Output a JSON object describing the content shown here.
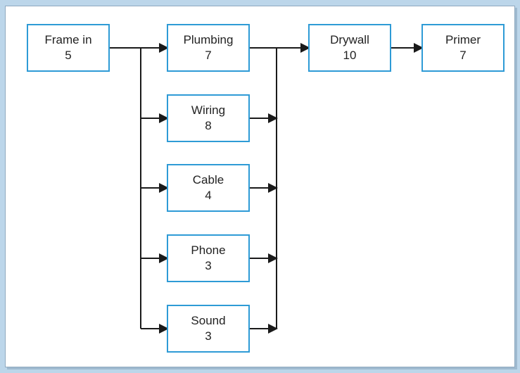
{
  "colors": {
    "frame_background": "#bcd6ea",
    "panel_background": "#ffffff",
    "box_border": "#2e9bd6",
    "connector": "#1a1a1a",
    "text": "#222222"
  },
  "nodes": [
    {
      "id": "frame-in",
      "label": "Frame in",
      "duration": "5"
    },
    {
      "id": "plumbing",
      "label": "Plumbing",
      "duration": "7"
    },
    {
      "id": "wiring",
      "label": "Wiring",
      "duration": "8"
    },
    {
      "id": "cable",
      "label": "Cable",
      "duration": "4"
    },
    {
      "id": "phone",
      "label": "Phone",
      "duration": "3"
    },
    {
      "id": "sound",
      "label": "Sound",
      "duration": "3"
    },
    {
      "id": "drywall",
      "label": "Drywall",
      "duration": "10"
    },
    {
      "id": "primer",
      "label": "Primer",
      "duration": "7"
    }
  ],
  "edges": [
    {
      "from": "frame-in",
      "to": "plumbing"
    },
    {
      "from": "frame-in",
      "to": "wiring"
    },
    {
      "from": "frame-in",
      "to": "cable"
    },
    {
      "from": "frame-in",
      "to": "phone"
    },
    {
      "from": "frame-in",
      "to": "sound"
    },
    {
      "from": "plumbing",
      "to": "drywall"
    },
    {
      "from": "wiring",
      "to": "drywall"
    },
    {
      "from": "cable",
      "to": "drywall"
    },
    {
      "from": "phone",
      "to": "drywall"
    },
    {
      "from": "sound",
      "to": "drywall"
    },
    {
      "from": "drywall",
      "to": "primer"
    }
  ]
}
